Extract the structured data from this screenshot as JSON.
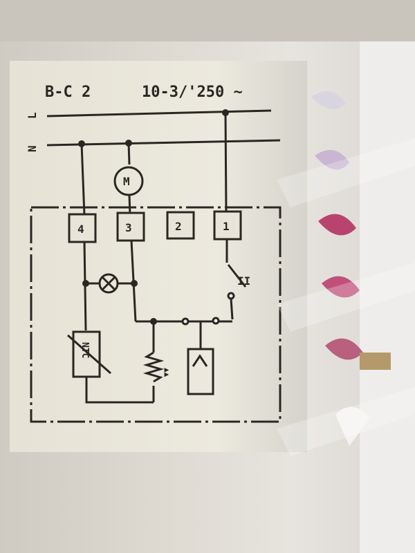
{
  "label": {
    "model": "B-C 2",
    "rating": "10-3/'250 ~",
    "line_L": "L",
    "line_N": "N",
    "motor": "M",
    "terminals": [
      "4",
      "3",
      "2",
      "1"
    ],
    "switch": "II",
    "sensor": "NTC",
    "heater_symbol": "▲▲"
  },
  "colors": {
    "label_paper": "#e9e5d8",
    "ink": "#2a2622",
    "housing": "#ecebe8",
    "fin_pink": "#c0507a"
  }
}
